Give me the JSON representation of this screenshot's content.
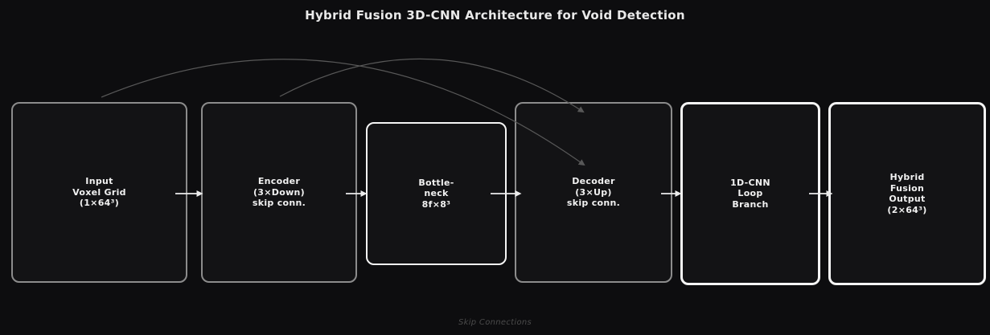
{
  "title": "Hybrid Fusion 3D-CNN Architecture for Void Detection",
  "caption": "Skip Connections",
  "colors": {
    "background": "#0d0d0f",
    "box_fill": "#131315",
    "gray_border": "#8c8c8c",
    "white_border": "#f5f5f5",
    "text": "#f1f1f1",
    "flow_arrow": "#ececec",
    "skip_arc": "#585858",
    "caption_text": "#4b4b4b"
  },
  "nodes": [
    {
      "id": "input",
      "lines": [
        "Input",
        "Voxel Grid",
        "(1×64³)"
      ]
    },
    {
      "id": "encoder",
      "lines": [
        "Encoder",
        "(3×Down)",
        "skip conn."
      ]
    },
    {
      "id": "bottleneck",
      "lines": [
        "Bottle-",
        "neck",
        "8f×8³"
      ]
    },
    {
      "id": "decoder",
      "lines": [
        "Decoder",
        "(3×Up)",
        "skip conn."
      ]
    },
    {
      "id": "loop-branch",
      "lines": [
        "1D-CNN",
        "Loop",
        "Branch"
      ]
    },
    {
      "id": "output",
      "lines": [
        "Hybrid",
        "Fusion",
        "Output",
        "(2×64³)"
      ]
    }
  ],
  "edges": {
    "flow": [
      "input → encoder",
      "encoder → bottleneck",
      "bottleneck → decoder",
      "decoder → loop-branch",
      "loop-branch → output"
    ],
    "skip": [
      "input → decoder",
      "encoder → decoder"
    ]
  }
}
